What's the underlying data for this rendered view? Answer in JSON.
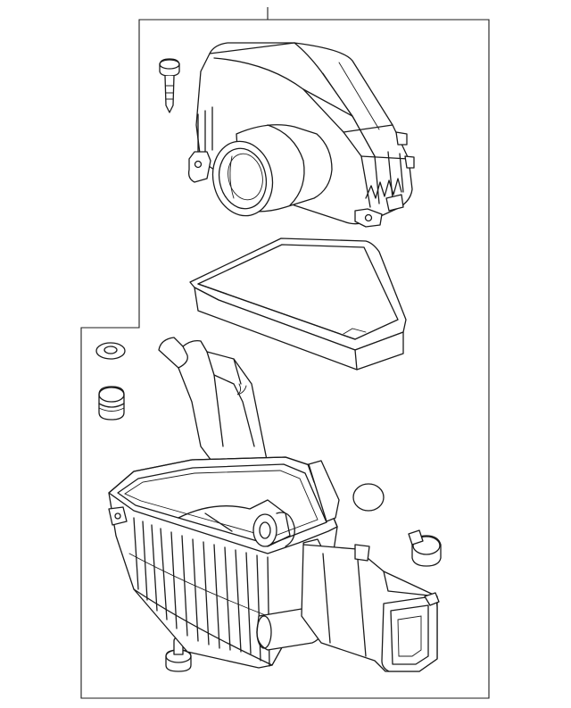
{
  "diagram": {
    "type": "exploded-parts-illustration",
    "subject": "air-cleaner-assembly",
    "line_color": "#1a1a1a",
    "background_color": "#ffffff",
    "parts": [
      {
        "name": "housing-cover"
      },
      {
        "name": "filter-element"
      },
      {
        "name": "housing-lower-with-duct"
      },
      {
        "name": "cover-bolt"
      },
      {
        "name": "washer-ring"
      },
      {
        "name": "rubber-grommet"
      },
      {
        "name": "mounting-stud"
      },
      {
        "name": "round-plug"
      },
      {
        "name": "push-in-plug"
      }
    ]
  }
}
